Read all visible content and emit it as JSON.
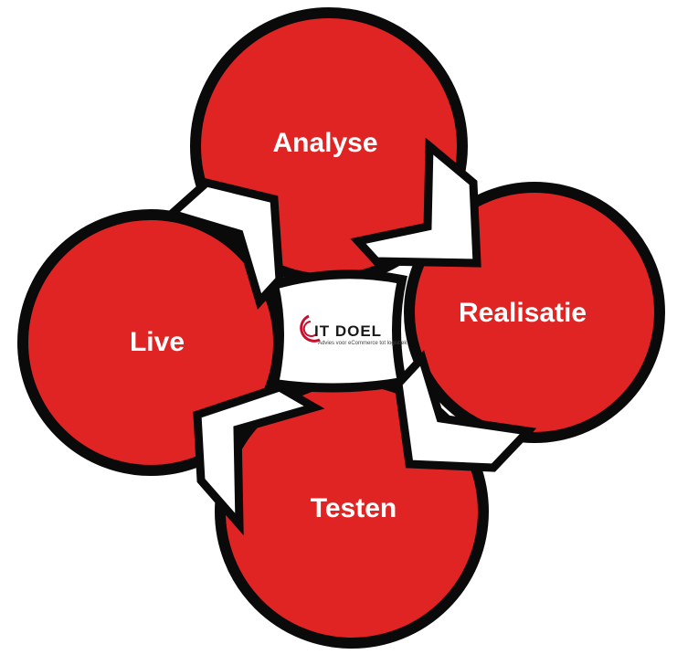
{
  "diagram": {
    "phases": {
      "analyse": "Analyse",
      "realisatie": "Realisatie",
      "testen": "Testen",
      "live": "Live"
    },
    "logo": {
      "name": "IT DOEL",
      "tagline": "Advies voor eCommerce tot logistiek"
    },
    "colors": {
      "circle_fill": "#e02424",
      "outline": "#0a0a0a",
      "arrow_fill": "#ffffff",
      "logo_accent": "#c8102e",
      "text": "#ffffff"
    }
  }
}
